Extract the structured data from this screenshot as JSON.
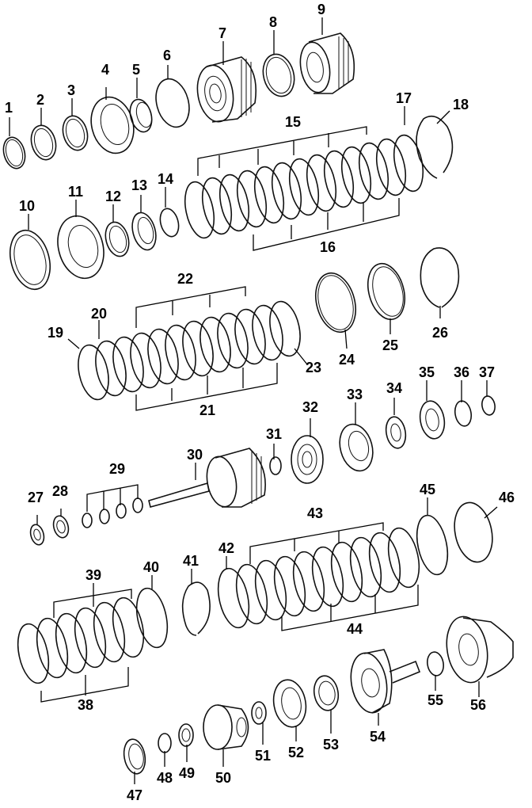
{
  "callouts": [
    {
      "id": "c1",
      "text": "1"
    },
    {
      "id": "c2",
      "text": "2"
    },
    {
      "id": "c3",
      "text": "3"
    },
    {
      "id": "c4",
      "text": "4"
    },
    {
      "id": "c5",
      "text": "5"
    },
    {
      "id": "c6",
      "text": "6"
    },
    {
      "id": "c7",
      "text": "7"
    },
    {
      "id": "c8",
      "text": "8"
    },
    {
      "id": "c9",
      "text": "9"
    },
    {
      "id": "c10",
      "text": "10"
    },
    {
      "id": "c11",
      "text": "11"
    },
    {
      "id": "c12",
      "text": "12"
    },
    {
      "id": "c13",
      "text": "13"
    },
    {
      "id": "c14",
      "text": "14"
    },
    {
      "id": "c15",
      "text": "15"
    },
    {
      "id": "c16",
      "text": "16"
    },
    {
      "id": "c17",
      "text": "17"
    },
    {
      "id": "c18",
      "text": "18"
    },
    {
      "id": "c19",
      "text": "19"
    },
    {
      "id": "c20",
      "text": "20"
    },
    {
      "id": "c21",
      "text": "21"
    },
    {
      "id": "c22",
      "text": "22"
    },
    {
      "id": "c23",
      "text": "23"
    },
    {
      "id": "c24",
      "text": "24"
    },
    {
      "id": "c25",
      "text": "25"
    },
    {
      "id": "c26",
      "text": "26"
    },
    {
      "id": "c27",
      "text": "27"
    },
    {
      "id": "c28",
      "text": "28"
    },
    {
      "id": "c29",
      "text": "29"
    },
    {
      "id": "c30",
      "text": "30"
    },
    {
      "id": "c31",
      "text": "31"
    },
    {
      "id": "c32",
      "text": "32"
    },
    {
      "id": "c33",
      "text": "33"
    },
    {
      "id": "c34",
      "text": "34"
    },
    {
      "id": "c35",
      "text": "35"
    },
    {
      "id": "c36",
      "text": "36"
    },
    {
      "id": "c37",
      "text": "37"
    },
    {
      "id": "c38",
      "text": "38"
    },
    {
      "id": "c39",
      "text": "39"
    },
    {
      "id": "c40",
      "text": "40"
    },
    {
      "id": "c41",
      "text": "41"
    },
    {
      "id": "c42",
      "text": "42"
    },
    {
      "id": "c43",
      "text": "43"
    },
    {
      "id": "c44",
      "text": "44"
    },
    {
      "id": "c45",
      "text": "45"
    },
    {
      "id": "c46",
      "text": "46"
    },
    {
      "id": "c47",
      "text": "47"
    },
    {
      "id": "c48",
      "text": "48"
    },
    {
      "id": "c49",
      "text": "49"
    },
    {
      "id": "c50",
      "text": "50"
    },
    {
      "id": "c51",
      "text": "51"
    },
    {
      "id": "c52",
      "text": "52"
    },
    {
      "id": "c53",
      "text": "53"
    },
    {
      "id": "c54",
      "text": "54"
    },
    {
      "id": "c55",
      "text": "55"
    },
    {
      "id": "c56",
      "text": "56"
    }
  ],
  "colors": {
    "line": "#111111",
    "background": "#ffffff"
  }
}
